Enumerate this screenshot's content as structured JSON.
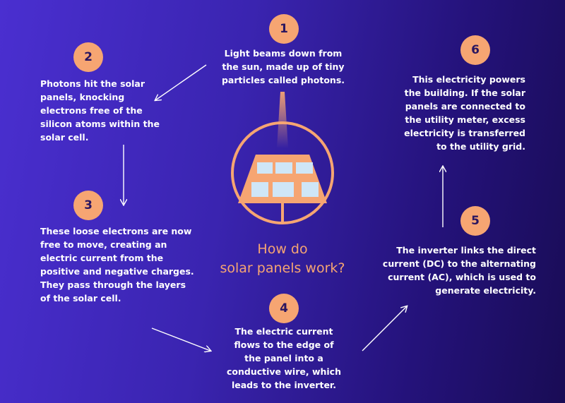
{
  "title": {
    "line1": "How do",
    "line2": "solar panels work?"
  },
  "steps": [
    {
      "number": "1",
      "text": "Light beams down from the sun, made up of tiny particles called photons."
    },
    {
      "number": "2",
      "text": "Photons hit the solar panels, knocking electrons free of the silicon atoms within the solar cell."
    },
    {
      "number": "3",
      "text": "These loose electrons are now free to move, creating an electric current from the positive and negative charges. They pass through the layers of the solar cell."
    },
    {
      "number": "4",
      "text": "The electric current flows to the edge of the panel into a conductive wire, which leads to the inverter."
    },
    {
      "number": "5",
      "text": "The inverter links the direct current (DC) to the alternating current (AC), which is used to generate electricity."
    },
    {
      "number": "6",
      "text": "This electricity powers the building. If the solar panels are connected to the utility meter, excess electricity is transferred to the utility grid."
    }
  ],
  "icon": "solar-panel-icon",
  "colors": {
    "background_start": "#4a2fd0",
    "background_end": "#190c55",
    "accent": "#f6a572",
    "panel_cell": "#cfe6f7",
    "text": "#ffffff"
  }
}
